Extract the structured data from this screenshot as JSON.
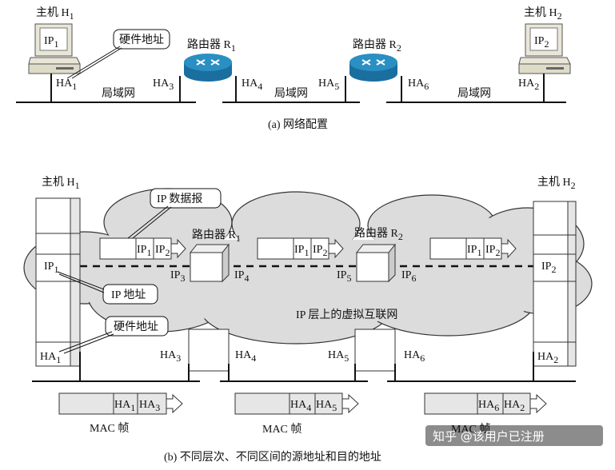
{
  "top": {
    "host1": {
      "main": "主机 H",
      "sub": "1",
      "ip_main": "IP",
      "ip_sub": "1",
      "ha_main": "HA",
      "ha_sub": "1"
    },
    "host2": {
      "main": "主机 H",
      "sub": "2",
      "ip_main": "IP",
      "ip_sub": "2",
      "ha_main": "HA",
      "ha_sub": "2"
    },
    "hardware_callout": "硬件地址",
    "router1": {
      "main": "路由器 R",
      "sub": "1"
    },
    "router2": {
      "main": "路由器 R",
      "sub": "2"
    },
    "ha3": {
      "main": "HA",
      "sub": "3"
    },
    "ha4": {
      "main": "HA",
      "sub": "4"
    },
    "ha5": {
      "main": "HA",
      "sub": "5"
    },
    "ha6": {
      "main": "HA",
      "sub": "6"
    },
    "lan": "局域网",
    "caption": "(a) 网络配置"
  },
  "bottom": {
    "host1": {
      "main": "主机 H",
      "sub": "1",
      "ip_main": "IP",
      "ip_sub": "1",
      "ha_main": "HA",
      "ha_sub": "1"
    },
    "host2": {
      "main": "主机 H",
      "sub": "2",
      "ip_main": "IP",
      "ip_sub": "2",
      "ha_main": "HA",
      "ha_sub": "2"
    },
    "router1": {
      "main": "路由器 R",
      "sub": "1"
    },
    "router2": {
      "main": "路由器 R",
      "sub": "2"
    },
    "ip_datagram_callout": "IP 数据报",
    "ip_address_callout": "IP 地址",
    "hardware_callout": "硬件地址",
    "cloud_label": "IP 层上的虚拟互联网",
    "packets": [
      {
        "a_main": "IP",
        "a_sub": "1",
        "b_main": "IP",
        "b_sub": "2"
      },
      {
        "a_main": "IP",
        "a_sub": "1",
        "b_main": "IP",
        "b_sub": "2"
      },
      {
        "a_main": "IP",
        "a_sub": "1",
        "b_main": "IP",
        "b_sub": "2"
      }
    ],
    "ip3": {
      "main": "IP",
      "sub": "3"
    },
    "ip4": {
      "main": "IP",
      "sub": "4"
    },
    "ip5": {
      "main": "IP",
      "sub": "5"
    },
    "ip6": {
      "main": "IP",
      "sub": "6"
    },
    "ha3": {
      "main": "HA",
      "sub": "3"
    },
    "ha4": {
      "main": "HA",
      "sub": "4"
    },
    "ha5": {
      "main": "HA",
      "sub": "5"
    },
    "ha6": {
      "main": "HA",
      "sub": "6"
    },
    "frames": [
      {
        "a_main": "HA",
        "a_sub": "1",
        "b_main": "HA",
        "b_sub": "3",
        "label": "MAC 帧"
      },
      {
        "a_main": "HA",
        "a_sub": "4",
        "b_main": "HA",
        "b_sub": "5",
        "label": "MAC 帧"
      },
      {
        "a_main": "HA",
        "a_sub": "6",
        "b_main": "HA",
        "b_sub": "2",
        "label": "MAC 帧"
      }
    ],
    "caption": "(b)  不同层次、不同区间的源地址和目的地址"
  },
  "watermark": "知乎 @该用户已注册",
  "colors": {
    "cloud": "#dcdcdc",
    "box": "#ffffff",
    "frame": "#e6e6e6",
    "router": "#2a8fc2",
    "router_dark": "#1a6f9f",
    "pc": "#e9e6d8",
    "line": "#111111"
  }
}
